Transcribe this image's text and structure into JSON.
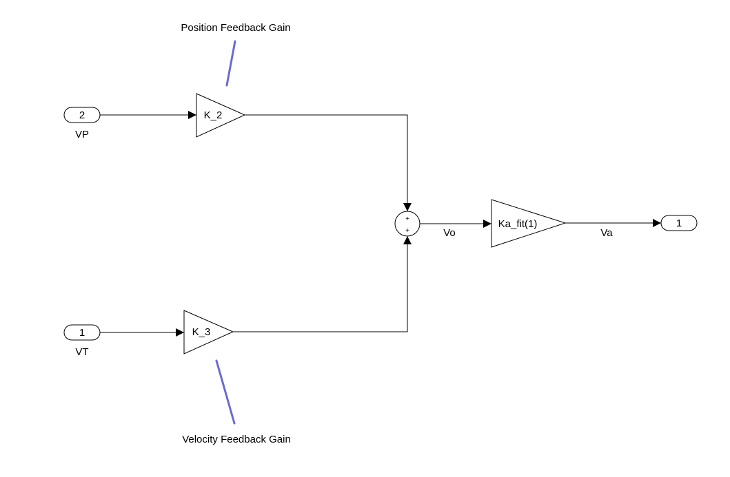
{
  "annotations": {
    "position": "Position Feedback Gain",
    "velocity": "Velocity Feedback Gain"
  },
  "inports": [
    {
      "number": "2",
      "name": "VP"
    },
    {
      "number": "1",
      "name": "VT"
    }
  ],
  "gains": {
    "k2": "K_2",
    "k3": "K_3",
    "ka": "Ka_fit(1)"
  },
  "sum": {
    "signs": [
      "+",
      "+"
    ]
  },
  "signals": {
    "vo": "Vo",
    "va": "Va"
  },
  "outport": {
    "number": "1"
  },
  "colors": {
    "annotation_line": "#6b6bd0",
    "line": "#000000",
    "background": "#ffffff"
  }
}
